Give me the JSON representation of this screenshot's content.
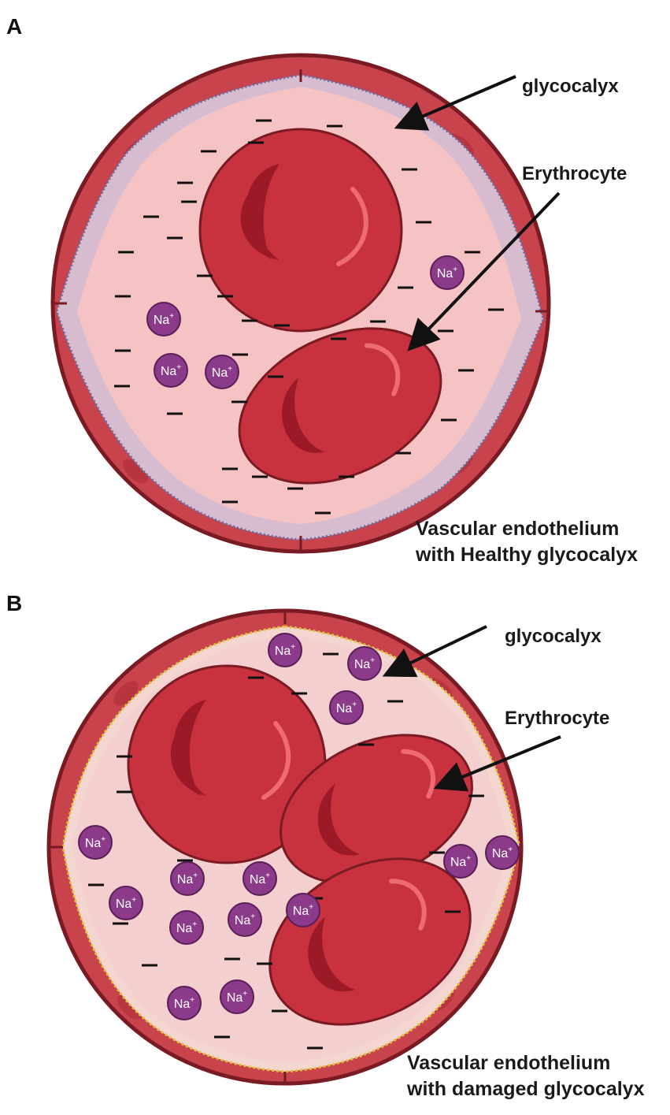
{
  "panel_a": {
    "letter": "A",
    "label_glycocalyx": "glycocalyx",
    "label_erythrocyte": "Erythrocyte",
    "caption_line1": "Vascular endothelium",
    "caption_line2": "with Healthy glycocalyx",
    "ion_label": "Na",
    "ion_charge": "+"
  },
  "panel_b": {
    "letter": "B",
    "label_glycocalyx": "glycocalyx",
    "label_erythrocyte": "Erythrocyte",
    "caption_line1": "Vascular endothelium",
    "caption_line2": "with damaged glycocalyx",
    "ion_label": "Na",
    "ion_charge": "+"
  },
  "colors": {
    "vessel_wall": "#c9434d",
    "vessel_outline": "#7a1a22",
    "lumen": "#f6c3c4",
    "rbc": "#c8323f",
    "rbc_center": "#9c1a28",
    "glycocalyx_healthy": "#5d6fa8",
    "glycocalyx_damaged": "#e2c23a",
    "ion": "#8c3a8a"
  }
}
